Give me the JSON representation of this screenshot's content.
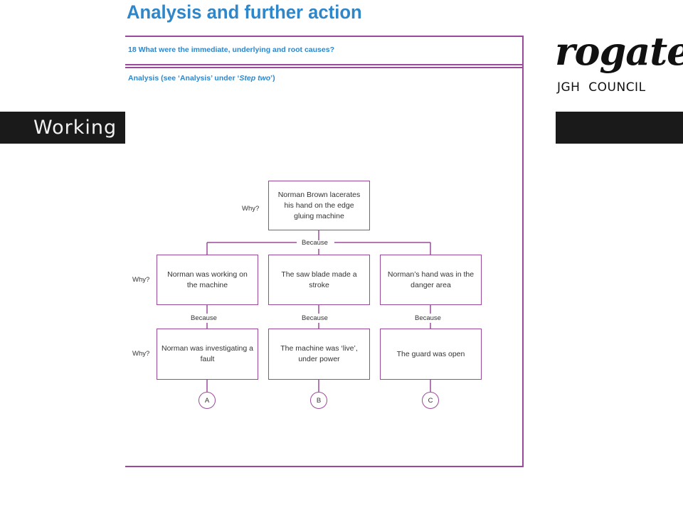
{
  "slide": {
    "left_banner_text": "Working",
    "logo": {
      "script_text": "rogate",
      "council_text": "JGH  COUNCIL"
    }
  },
  "document": {
    "title": "Analysis and further action",
    "question": "18 What were the immediate, underlying and root causes?",
    "analysis_label_prefix": "Analysis (see ‘Analysis’ under ‘",
    "analysis_label_emph": "Step two",
    "analysis_label_suffix": "’)"
  },
  "diagram": {
    "why_label": "Why?",
    "because_label": "Because",
    "root": "Norman Brown lacerates his hand on the edge gluing machine",
    "level1": [
      "Norman was working on the machine",
      "The saw blade made a stroke",
      "Norman’s hand was in the danger area"
    ],
    "level2": [
      "Norman was investigating a fault",
      "The machine was ‘live’, under power",
      "The guard was open"
    ],
    "end_labels": [
      "A",
      "B",
      "C"
    ]
  },
  "colors": {
    "frame": "#9b4a9b",
    "title_blue": "#2f86c8",
    "band": "#1a1a1a"
  }
}
